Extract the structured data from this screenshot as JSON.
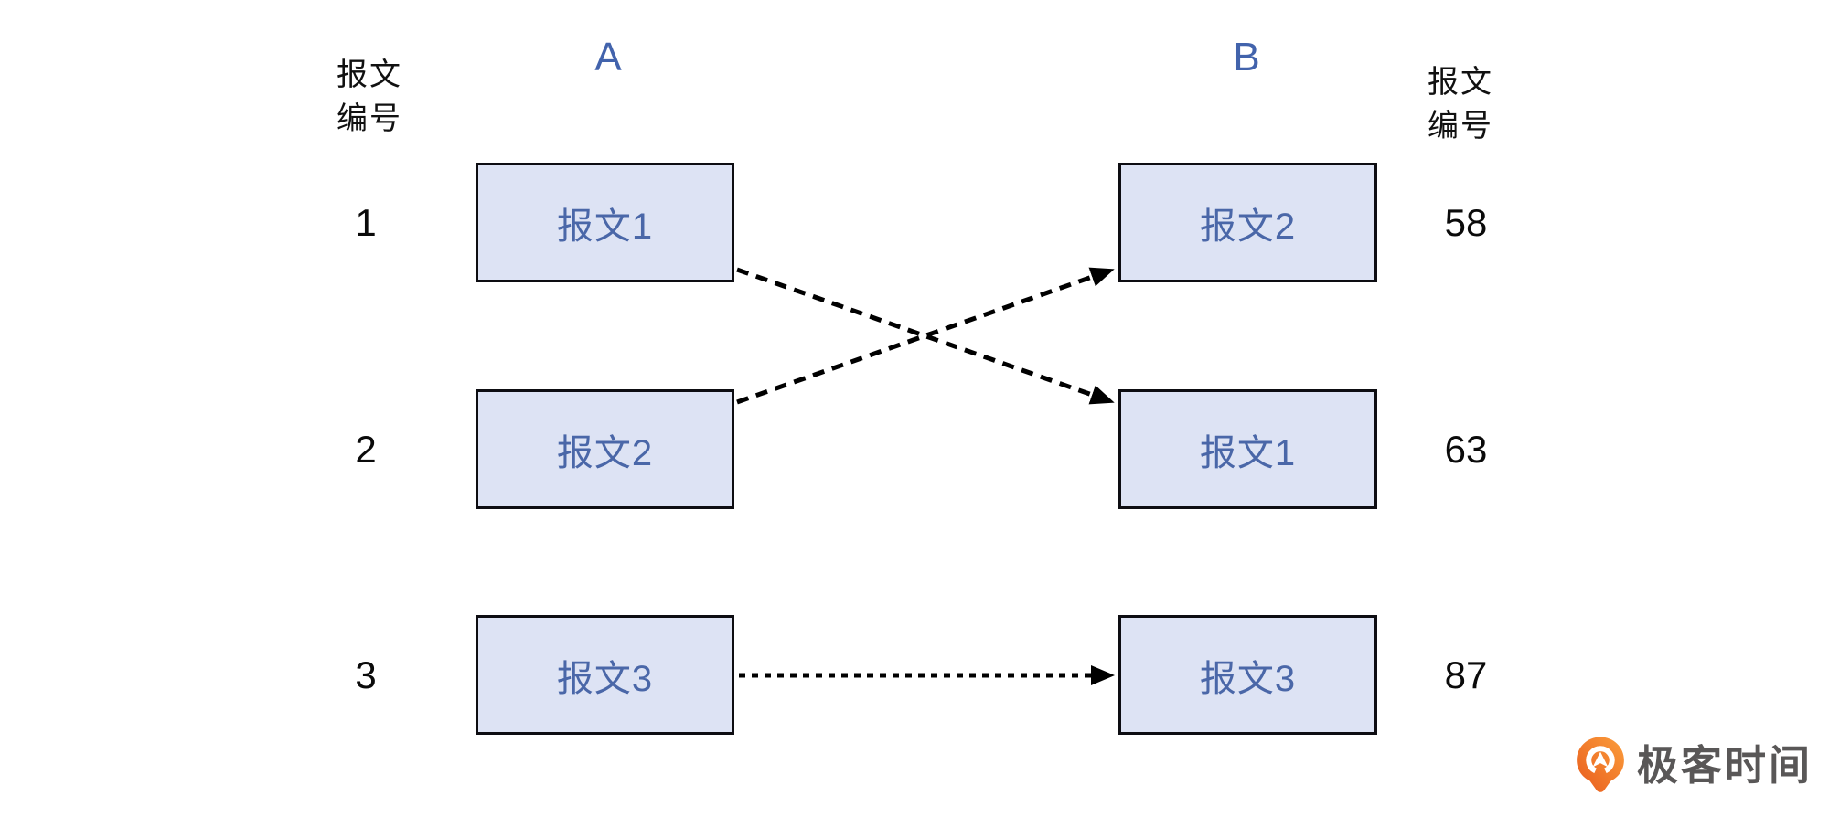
{
  "diagram": {
    "send_seq_header": {
      "line1": "报文",
      "line2": "编号"
    },
    "recv_seq_header": {
      "line1": "报文",
      "line2": "编号"
    },
    "host_a": "A",
    "host_b": "B",
    "rows": [
      {
        "send_seq": "1",
        "sender_box": "报文1",
        "receiver_box": "报文2",
        "recv_seq": "58"
      },
      {
        "send_seq": "2",
        "sender_box": "报文2",
        "receiver_box": "报文1",
        "recv_seq": "63"
      },
      {
        "send_seq": "3",
        "sender_box": "报文3",
        "receiver_box": "报文3",
        "recv_seq": "87"
      }
    ],
    "arrows": [
      {
        "from": "A:报文1",
        "to": "B:报文1",
        "style": "dashed",
        "crosses": true
      },
      {
        "from": "A:报文2",
        "to": "B:报文2",
        "style": "dashed",
        "crosses": true
      },
      {
        "from": "A:报文3",
        "to": "B:报文3",
        "style": "dashed",
        "crosses": false
      }
    ],
    "colors": {
      "box_fill": "#dde3f4",
      "box_border": "#0d0d12",
      "box_text": "#4a67a8",
      "host_label": "#4263ac",
      "plain_text": "#0a0a0a",
      "arrow": "#000000"
    }
  },
  "branding": {
    "logo_text": "极客时间",
    "logo_text_color": "#595757",
    "logo_icon": "geektime-pin-icon",
    "logo_orange_dark": "#e85a1c",
    "logo_orange_light": "#fb9e3c"
  }
}
